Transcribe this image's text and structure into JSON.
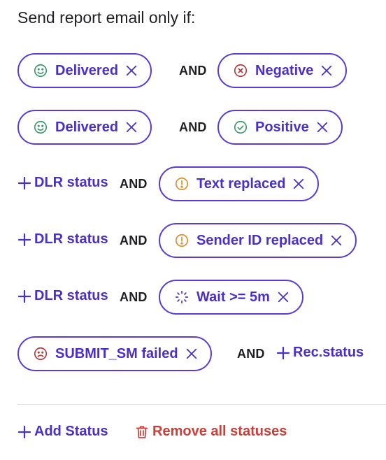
{
  "title": "Send report email only if:",
  "and_label": "AND",
  "colors": {
    "accent": "#4a2fc9",
    "chip_border": "#5b3bd6",
    "success": "#3a9a6a",
    "error": "#b23a3a",
    "warning": "#e08a2a",
    "danger": "#c9403a"
  },
  "rows": [
    {
      "left": {
        "label": "Delivered",
        "icon": "smile-icon"
      },
      "right": {
        "label": "Negative",
        "icon": "x-circle-icon"
      }
    },
    {
      "left": {
        "label": "Delivered",
        "icon": "smile-icon"
      },
      "right": {
        "label": "Positive",
        "icon": "check-circle-icon"
      }
    },
    {
      "left_add": "DLR status",
      "right": {
        "label": "Text replaced",
        "icon": "exclamation-circle-icon"
      }
    },
    {
      "left_add": "DLR status",
      "right": {
        "label": "Sender ID replaced",
        "icon": "exclamation-circle-icon"
      }
    },
    {
      "left_add": "DLR status",
      "right": {
        "label": "Wait >= 5m",
        "icon": "loading-spinner-icon"
      }
    },
    {
      "left": {
        "label": "SUBMIT_SM failed",
        "icon": "frown-icon"
      },
      "right_add": "Rec.status"
    }
  ],
  "footer": {
    "add_label": "Add Status",
    "remove_label": "Remove all statuses"
  }
}
